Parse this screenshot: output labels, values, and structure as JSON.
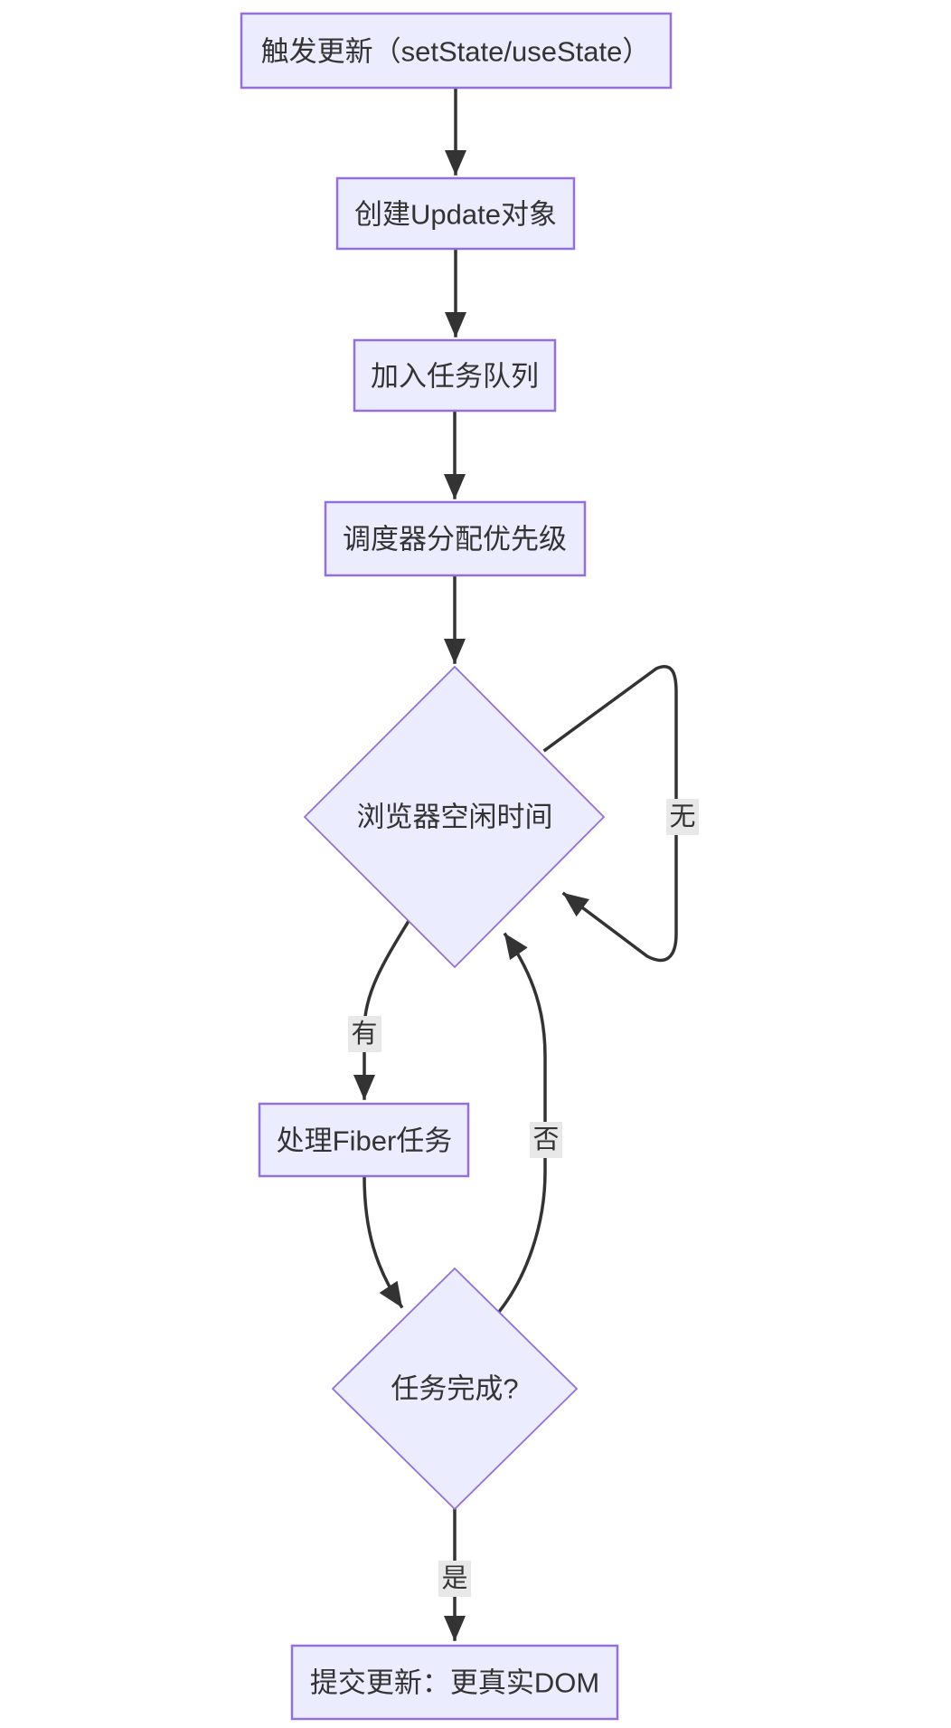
{
  "colors": {
    "background": "#ffffff",
    "node_fill": "#ececff",
    "node_border": "#9370db",
    "line": "#333333",
    "text": "#333333",
    "edge_label_bg": "#e8e8e8"
  },
  "nodes": {
    "trigger": {
      "label": "触发更新（setState/useState）",
      "shape": "rect"
    },
    "create_update": {
      "label": "创建Update对象",
      "shape": "rect"
    },
    "enqueue": {
      "label": "加入任务队列",
      "shape": "rect"
    },
    "scheduler": {
      "label": "调度器分配优先级",
      "shape": "rect"
    },
    "idle_check": {
      "label": "浏览器空闲时间",
      "shape": "diamond"
    },
    "process_fiber": {
      "label": "处理Fiber任务",
      "shape": "rect"
    },
    "task_done": {
      "label": "任务完成?",
      "shape": "diamond"
    },
    "commit": {
      "label": "提交更新：更真实DOM",
      "shape": "rect"
    }
  },
  "edge_labels": {
    "has_idle": "有",
    "no_idle": "无",
    "not_done": "否",
    "is_done": "是"
  }
}
